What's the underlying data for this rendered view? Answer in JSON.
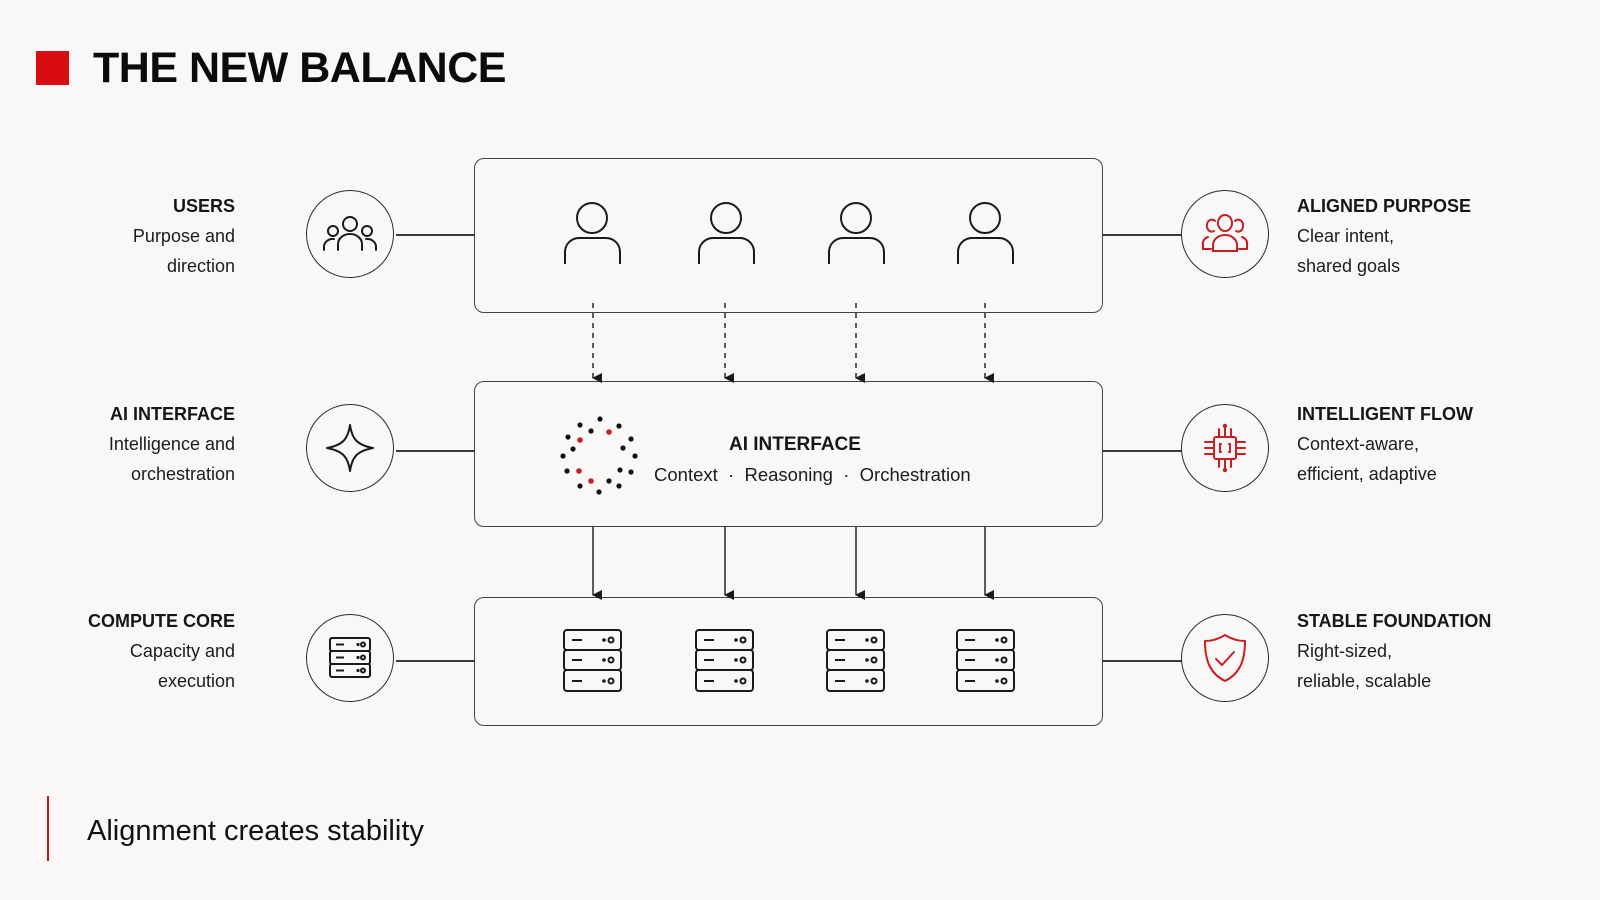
{
  "title": "THE NEW BALANCE",
  "accent_color": "#d90d0f",
  "layers": [
    {
      "id": "users",
      "left": {
        "heading": "USERS",
        "lines": [
          "Purpose and",
          "direction"
        ],
        "icon": "users-group-icon"
      },
      "right": {
        "heading": "ALIGNED PURPOSE",
        "lines": [
          "Clear intent,",
          "shared goals"
        ],
        "icon": "aligned-people-icon"
      },
      "box_items": [
        "user-icon",
        "user-icon",
        "user-icon",
        "user-icon"
      ]
    },
    {
      "id": "ai-interface",
      "left": {
        "heading": "AI INTERFACE",
        "lines": [
          "Intelligence and",
          "orchestration"
        ],
        "icon": "sparkle-icon"
      },
      "right": {
        "heading": "INTELLIGENT FLOW",
        "lines": [
          "Context-aware,",
          "efficient, adaptive"
        ],
        "icon": "chip-icon"
      },
      "box_title": "AI INTERFACE",
      "box_subtitle": "Context  ·  Reasoning  ·  Orchestration",
      "box_icon": "dotted-ring-icon"
    },
    {
      "id": "compute-core",
      "left": {
        "heading": "COMPUTE CORE",
        "lines": [
          "Capacity and",
          "execution"
        ],
        "icon": "server-icon"
      },
      "right": {
        "heading": "STABLE FOUNDATION",
        "lines": [
          "Right-sized,",
          "reliable, scalable"
        ],
        "icon": "shield-check-icon"
      },
      "box_items": [
        "server-icon",
        "server-icon",
        "server-icon",
        "server-icon"
      ]
    }
  ],
  "connectors": {
    "users_to_ai": {
      "style": "dashed",
      "count": 4
    },
    "ai_to_compute": {
      "style": "solid",
      "count": 4
    }
  },
  "footer": "Alignment creates stability"
}
